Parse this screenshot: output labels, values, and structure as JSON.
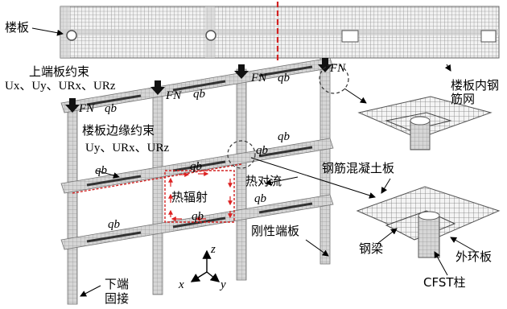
{
  "labels": {
    "slab": "楼板",
    "top_constraint": "上端板约束",
    "edge_constraint": "楼板边缘约束",
    "slab_rebar_mesh": "楼板内钢筋网",
    "rc_slab": "钢筋混凝土板",
    "thermal_convection": "热对流",
    "thermal_radiation": "热辐射",
    "rigid_end_plate": "刚性端板",
    "steel_beam": "钢梁",
    "outer_ring_plate": "外环板",
    "cfst_column": "CFST柱",
    "bottom_fixed": "下端固接"
  },
  "symbols": {
    "top_dofs": "Ux、Uy、URx、URz",
    "edge_dofs": "Uy、URx、URz",
    "axial_load": "FN",
    "distributed_load": "qb"
  },
  "axes": {
    "x": "x",
    "y": "y",
    "z": "z"
  },
  "colors": {
    "mesh": "#8a8a8a",
    "frame": "#9a9a9a",
    "heat_boundary": "#d22222",
    "section_line": "#d22222"
  }
}
